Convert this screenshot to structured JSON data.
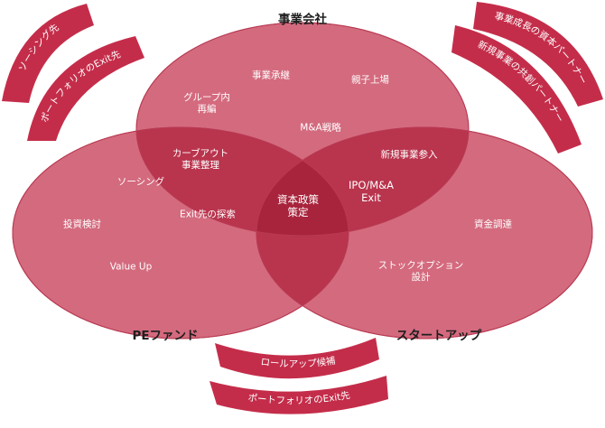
{
  "colors": {
    "circle": "#cf5a70",
    "overlap": "#b9344d",
    "center": "#a8243c",
    "arrow": "#c42d4a",
    "title": "#1e1e1e"
  },
  "titles": {
    "top": "事業会社",
    "left": "PEファンド",
    "right": "スタートアップ"
  },
  "labels": {
    "succession": "事業承継",
    "parent_listing": "親子上場",
    "group_reorg_1": "グループ内",
    "group_reorg_2": "再編",
    "mna": "M&A戦略",
    "carveout_1": "カーブアウト",
    "carveout_2": "事業整理",
    "new_business": "新規事業参入",
    "sourcing": "ソーシング",
    "exit_search": "Exit先の探索",
    "policy_1": "資本政策",
    "policy_2": "策定",
    "ipo_1": "IPO/M&A",
    "ipo_2": "Exit",
    "investment": "投資検討",
    "value_up": "Value Up",
    "fundraising": "資金調達",
    "stock_option_1": "ストックオプション",
    "stock_option_2": "設計"
  },
  "arrows": {
    "top_left_outer": "ソーシング先",
    "top_left_inner": "ポートフォリオのExit先",
    "top_right_outer": "事業成長の資本パートナー",
    "top_right_inner": "新規事業の共創パートナー",
    "bottom_outer": "ロールアップ候補",
    "bottom_inner": "ポートフォリオのExit先"
  }
}
